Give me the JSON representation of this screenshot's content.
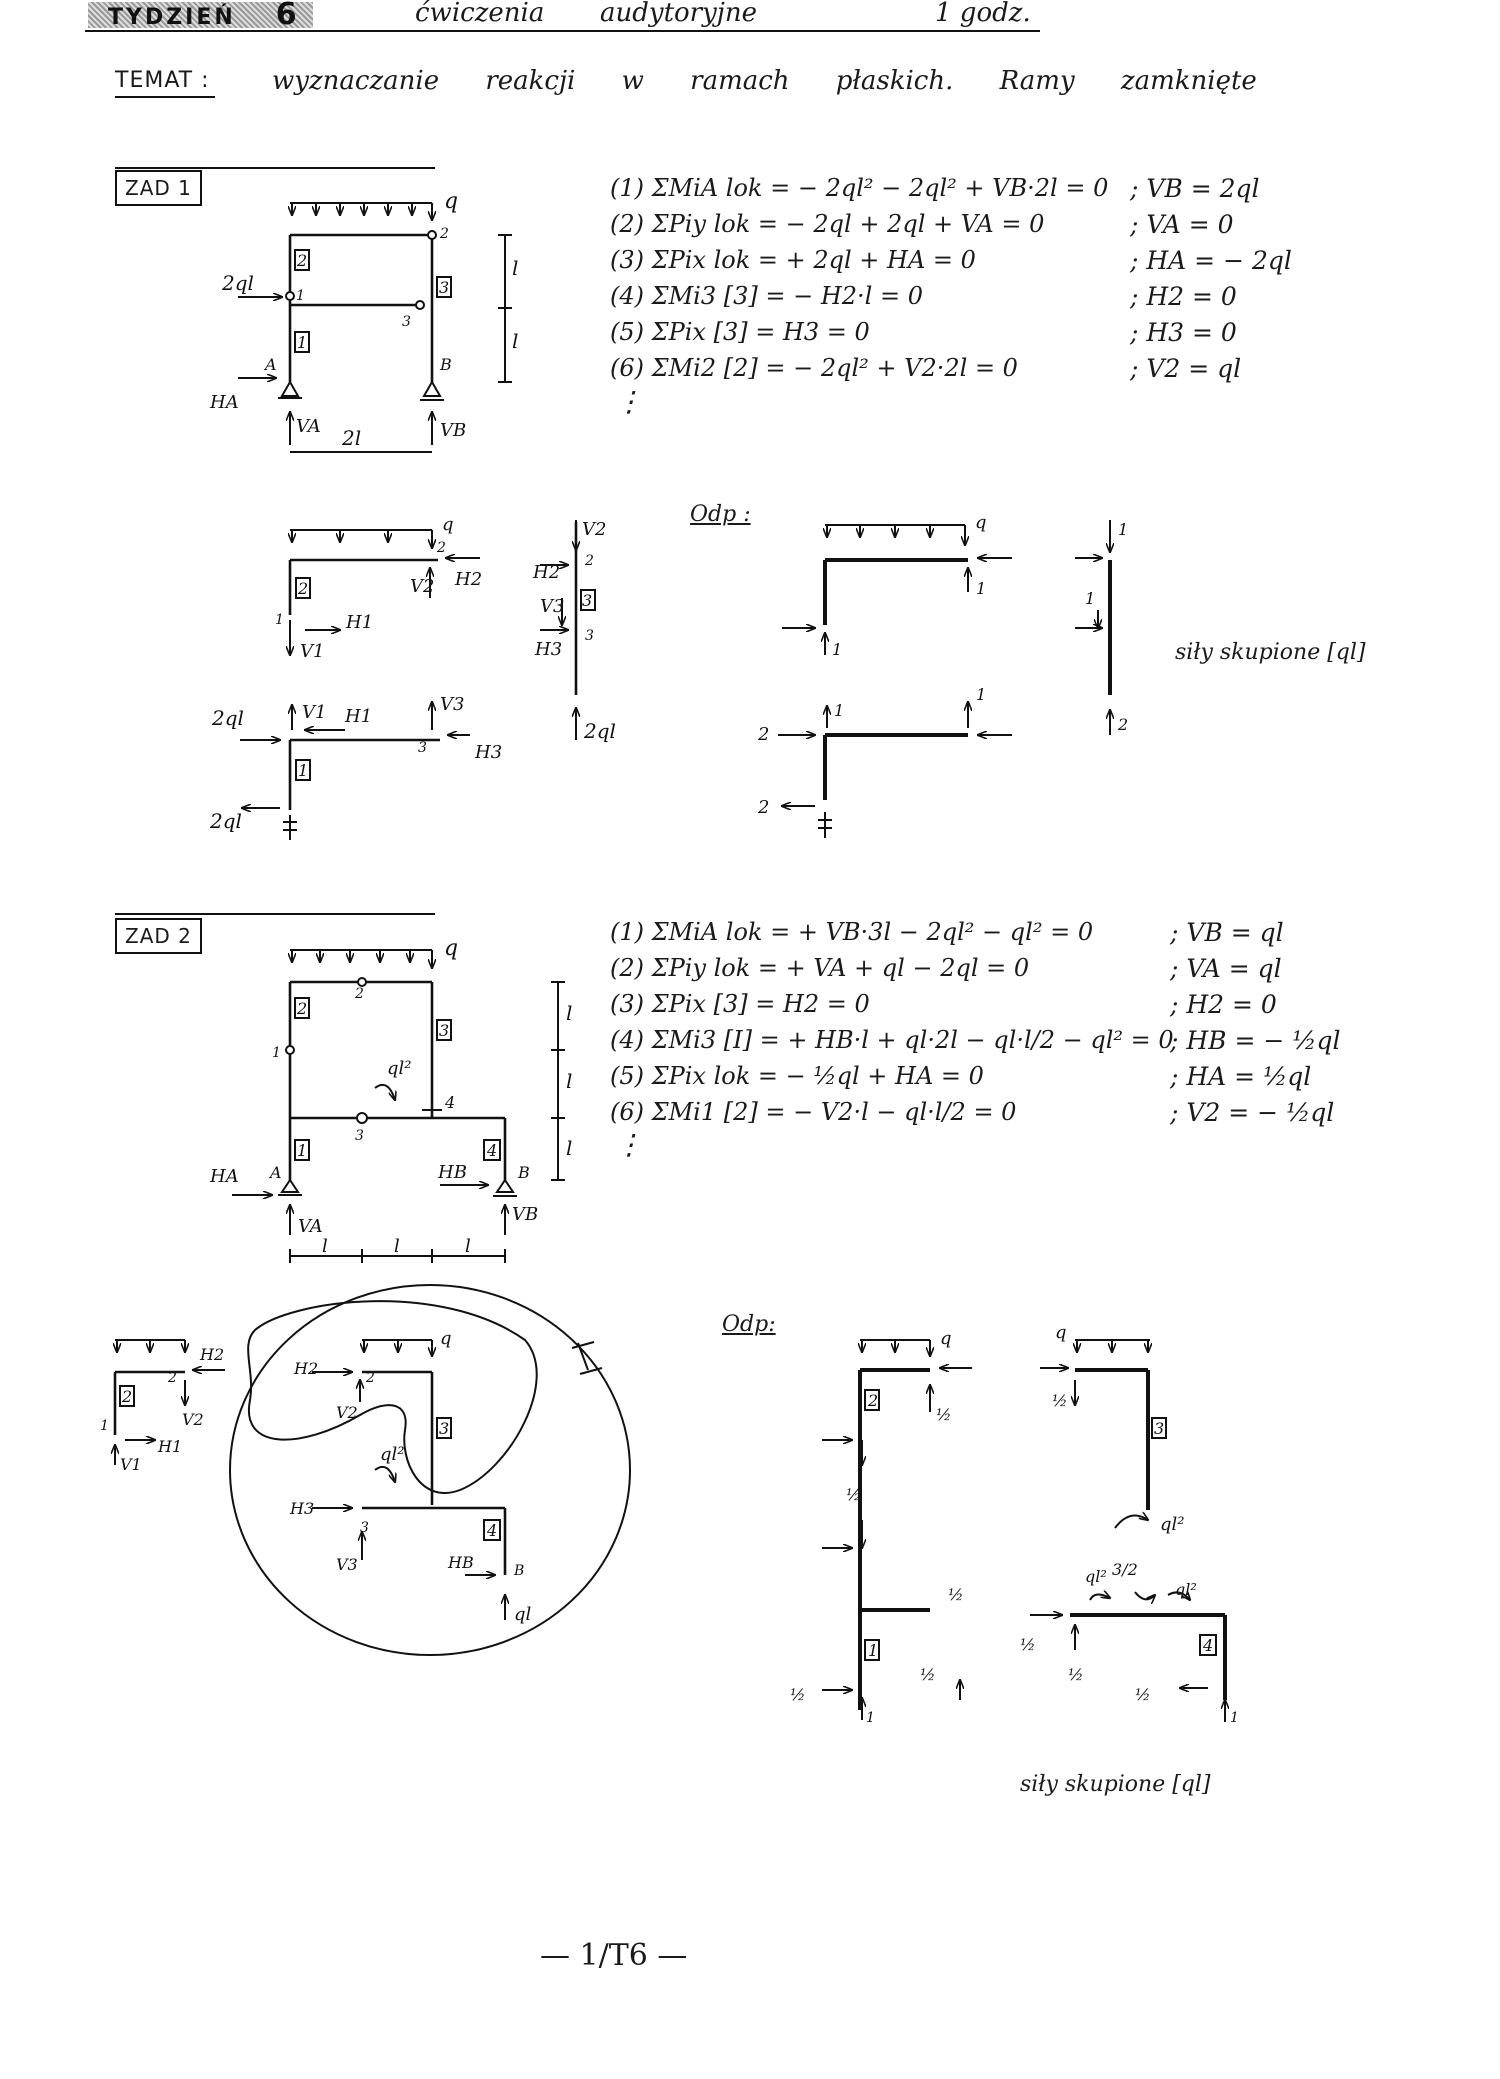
{
  "header": {
    "week_label": "TYDZIEŃ",
    "week_number": "6",
    "type": "ćwiczenia",
    "kind": "audytoryjne",
    "hours": "1 godz."
  },
  "topic": {
    "label": "TEMAT :",
    "text": "wyznaczanie reakcji w ramach płaskich. Ramy zamknięte"
  },
  "zad1": {
    "label": "ZAD 1",
    "equations": [
      "(1) ΣMiA lok = − 2ql² − 2ql² + VB·2l = 0",
      "(2) ΣPiy lok = − 2ql + 2ql + VA = 0",
      "(3) ΣPix lok = + 2ql + HA = 0",
      "(4) ΣMi3 [3] = − H2·l = 0",
      "(5) ΣPix [3] = H3 = 0",
      "(6) ΣMi2 [2] = − 2ql² + V2·2l = 0"
    ],
    "results": [
      "; VB = 2ql",
      "; VA = 0",
      "; HA = − 2ql",
      "; H2 = 0",
      "; H3 = 0",
      "; V2 = ql"
    ],
    "answer_label": "Odp :",
    "forces_note": "siły skupione [ql]"
  },
  "zad2": {
    "label": "ZAD 2",
    "equations": [
      "(1) ΣMiA lok = + VB·3l − 2ql² − ql² = 0",
      "(2) ΣPiy lok = + VA + ql − 2ql = 0",
      "(3) ΣPix [3] = H2 = 0",
      "(4) ΣMi3 [I] = + HB·l + ql·2l − ql·l/2 − ql² = 0",
      "(5) ΣPix lok = − ½ql + HA = 0",
      "(6) ΣMi1 [2] = − V2·l − ql·l/2 = 0"
    ],
    "results": [
      "; VB = ql",
      "; VA = ql",
      "; H2 = 0",
      "; HB = − ½ql",
      "; HA = ½ql",
      "; V2 = − ½ql"
    ],
    "answer_label": "Odp:",
    "forces_note": "siły skupione [ql]"
  },
  "footer": {
    "page": "— 1/T6 —"
  },
  "labels": {
    "q": "q",
    "l": "l",
    "two_l": "2l",
    "two_ql": "2ql",
    "ql": "ql",
    "ql2": "ql²",
    "A": "A",
    "B": "B",
    "HA": "HA",
    "HB": "HB",
    "VA": "VA",
    "VB": "VB",
    "H1": "H1",
    "H2": "H2",
    "H3": "H3",
    "V1": "V1",
    "V2": "V2",
    "V3": "V3",
    "n1": "1",
    "n2": "2",
    "n3": "3",
    "n4": "4",
    "nI": "I",
    "half": "½",
    "three_half": "3/2",
    "dots": "⋮"
  }
}
